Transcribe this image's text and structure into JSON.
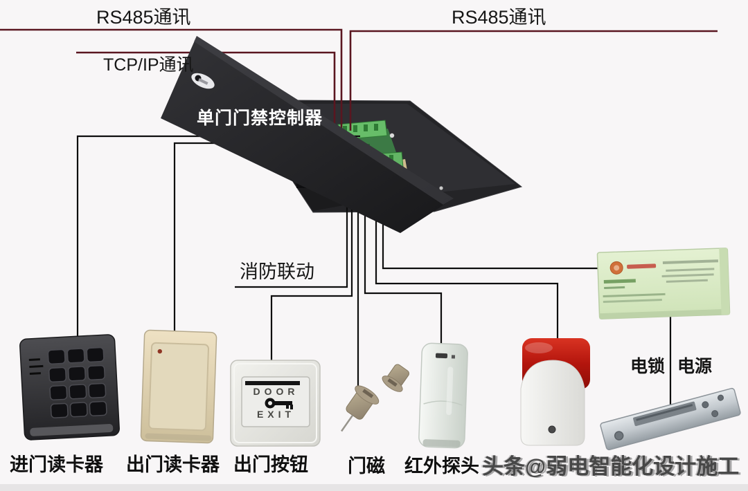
{
  "diagram": {
    "connections": {
      "rs485_left": "RS485通讯",
      "rs485_right": "RS485通讯",
      "tcpip": "TCP/IP通讯",
      "fire_linkage": "消防联动"
    },
    "controller": {
      "label": "单门门禁控制器"
    },
    "devices": {
      "entry_reader": "进门读卡器",
      "exit_reader": "出门读卡器",
      "exit_button": "出门按钮",
      "door_magnet": "门磁",
      "ir_detector": "红外探头",
      "electric_lock": "电锁",
      "power_supply": "电源"
    },
    "exit_button_text": {
      "door": "DOOR",
      "exit": "EXIT"
    },
    "watermark": "头条@弱电智能化设计施工",
    "colors": {
      "comm_wire": "#5a1620",
      "signal_wire": "#0d0d0d",
      "pcb": "#3c7a45",
      "siren_red": "#c41a10",
      "power_box": "#dcecca"
    }
  }
}
